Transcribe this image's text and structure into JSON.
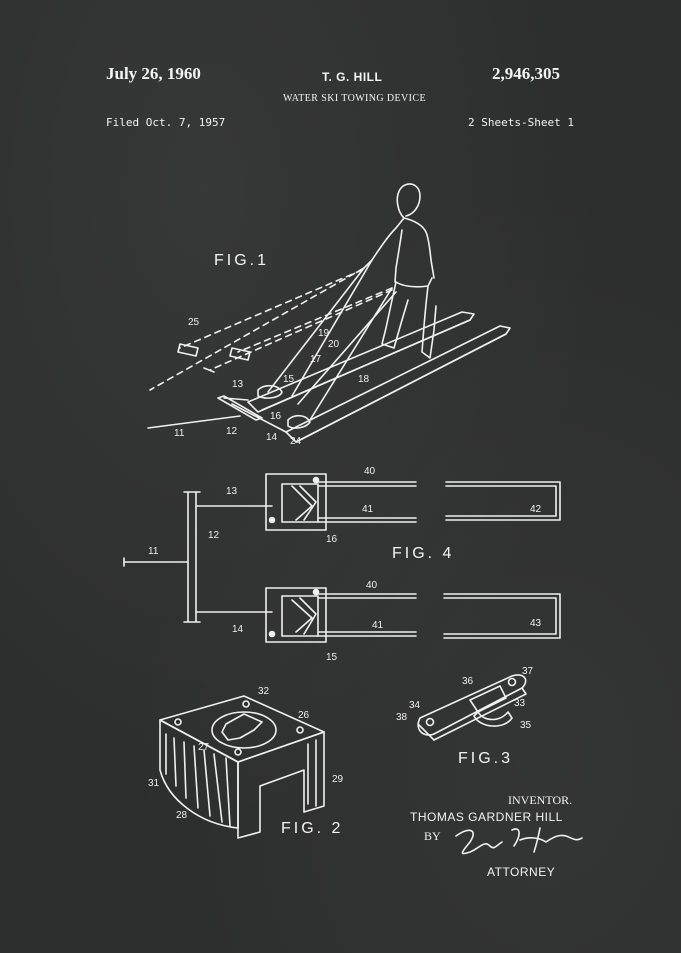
{
  "header": {
    "date": "July 26, 1960",
    "inventor_short": "T. G. HILL",
    "patent_number": "2,946,305",
    "title": "WATER SKI TOWING DEVICE",
    "filed": "Filed Oct. 7, 1957",
    "sheet": "2 Sheets-Sheet 1"
  },
  "figures": {
    "fig1": "FIG.1",
    "fig2": "FIG. 2",
    "fig3": "FIG.3",
    "fig4": "FIG. 4"
  },
  "ref_numbers": {
    "n11a": "11",
    "n12a": "12",
    "n13a": "13",
    "n14a": "14",
    "n15a": "15",
    "n16a": "16",
    "n17": "17",
    "n18": "18",
    "n19": "19",
    "n20": "20",
    "n24": "24",
    "n25": "25",
    "n13b": "13",
    "n12b": "12",
    "n11b": "11",
    "n14b": "14",
    "n16b": "16",
    "n15b": "15",
    "n40a": "40",
    "n41a": "41",
    "n42": "42",
    "n40b": "40",
    "n41b": "41",
    "n43": "43",
    "n32": "32",
    "n26": "26",
    "n27": "27",
    "n31": "31",
    "n29": "29",
    "n28": "28",
    "n36": "36",
    "n37": "37",
    "n34": "34",
    "n33": "33",
    "n38": "38",
    "n35": "35"
  },
  "signature_block": {
    "inventor_label": "INVENTOR.",
    "inventor_name": "THOMAS GARDNER HILL",
    "by": "BY",
    "attorney_label": "ATTORNEY"
  },
  "colors": {
    "background": "#2c2d2d",
    "ink": "#f0f0f0"
  }
}
